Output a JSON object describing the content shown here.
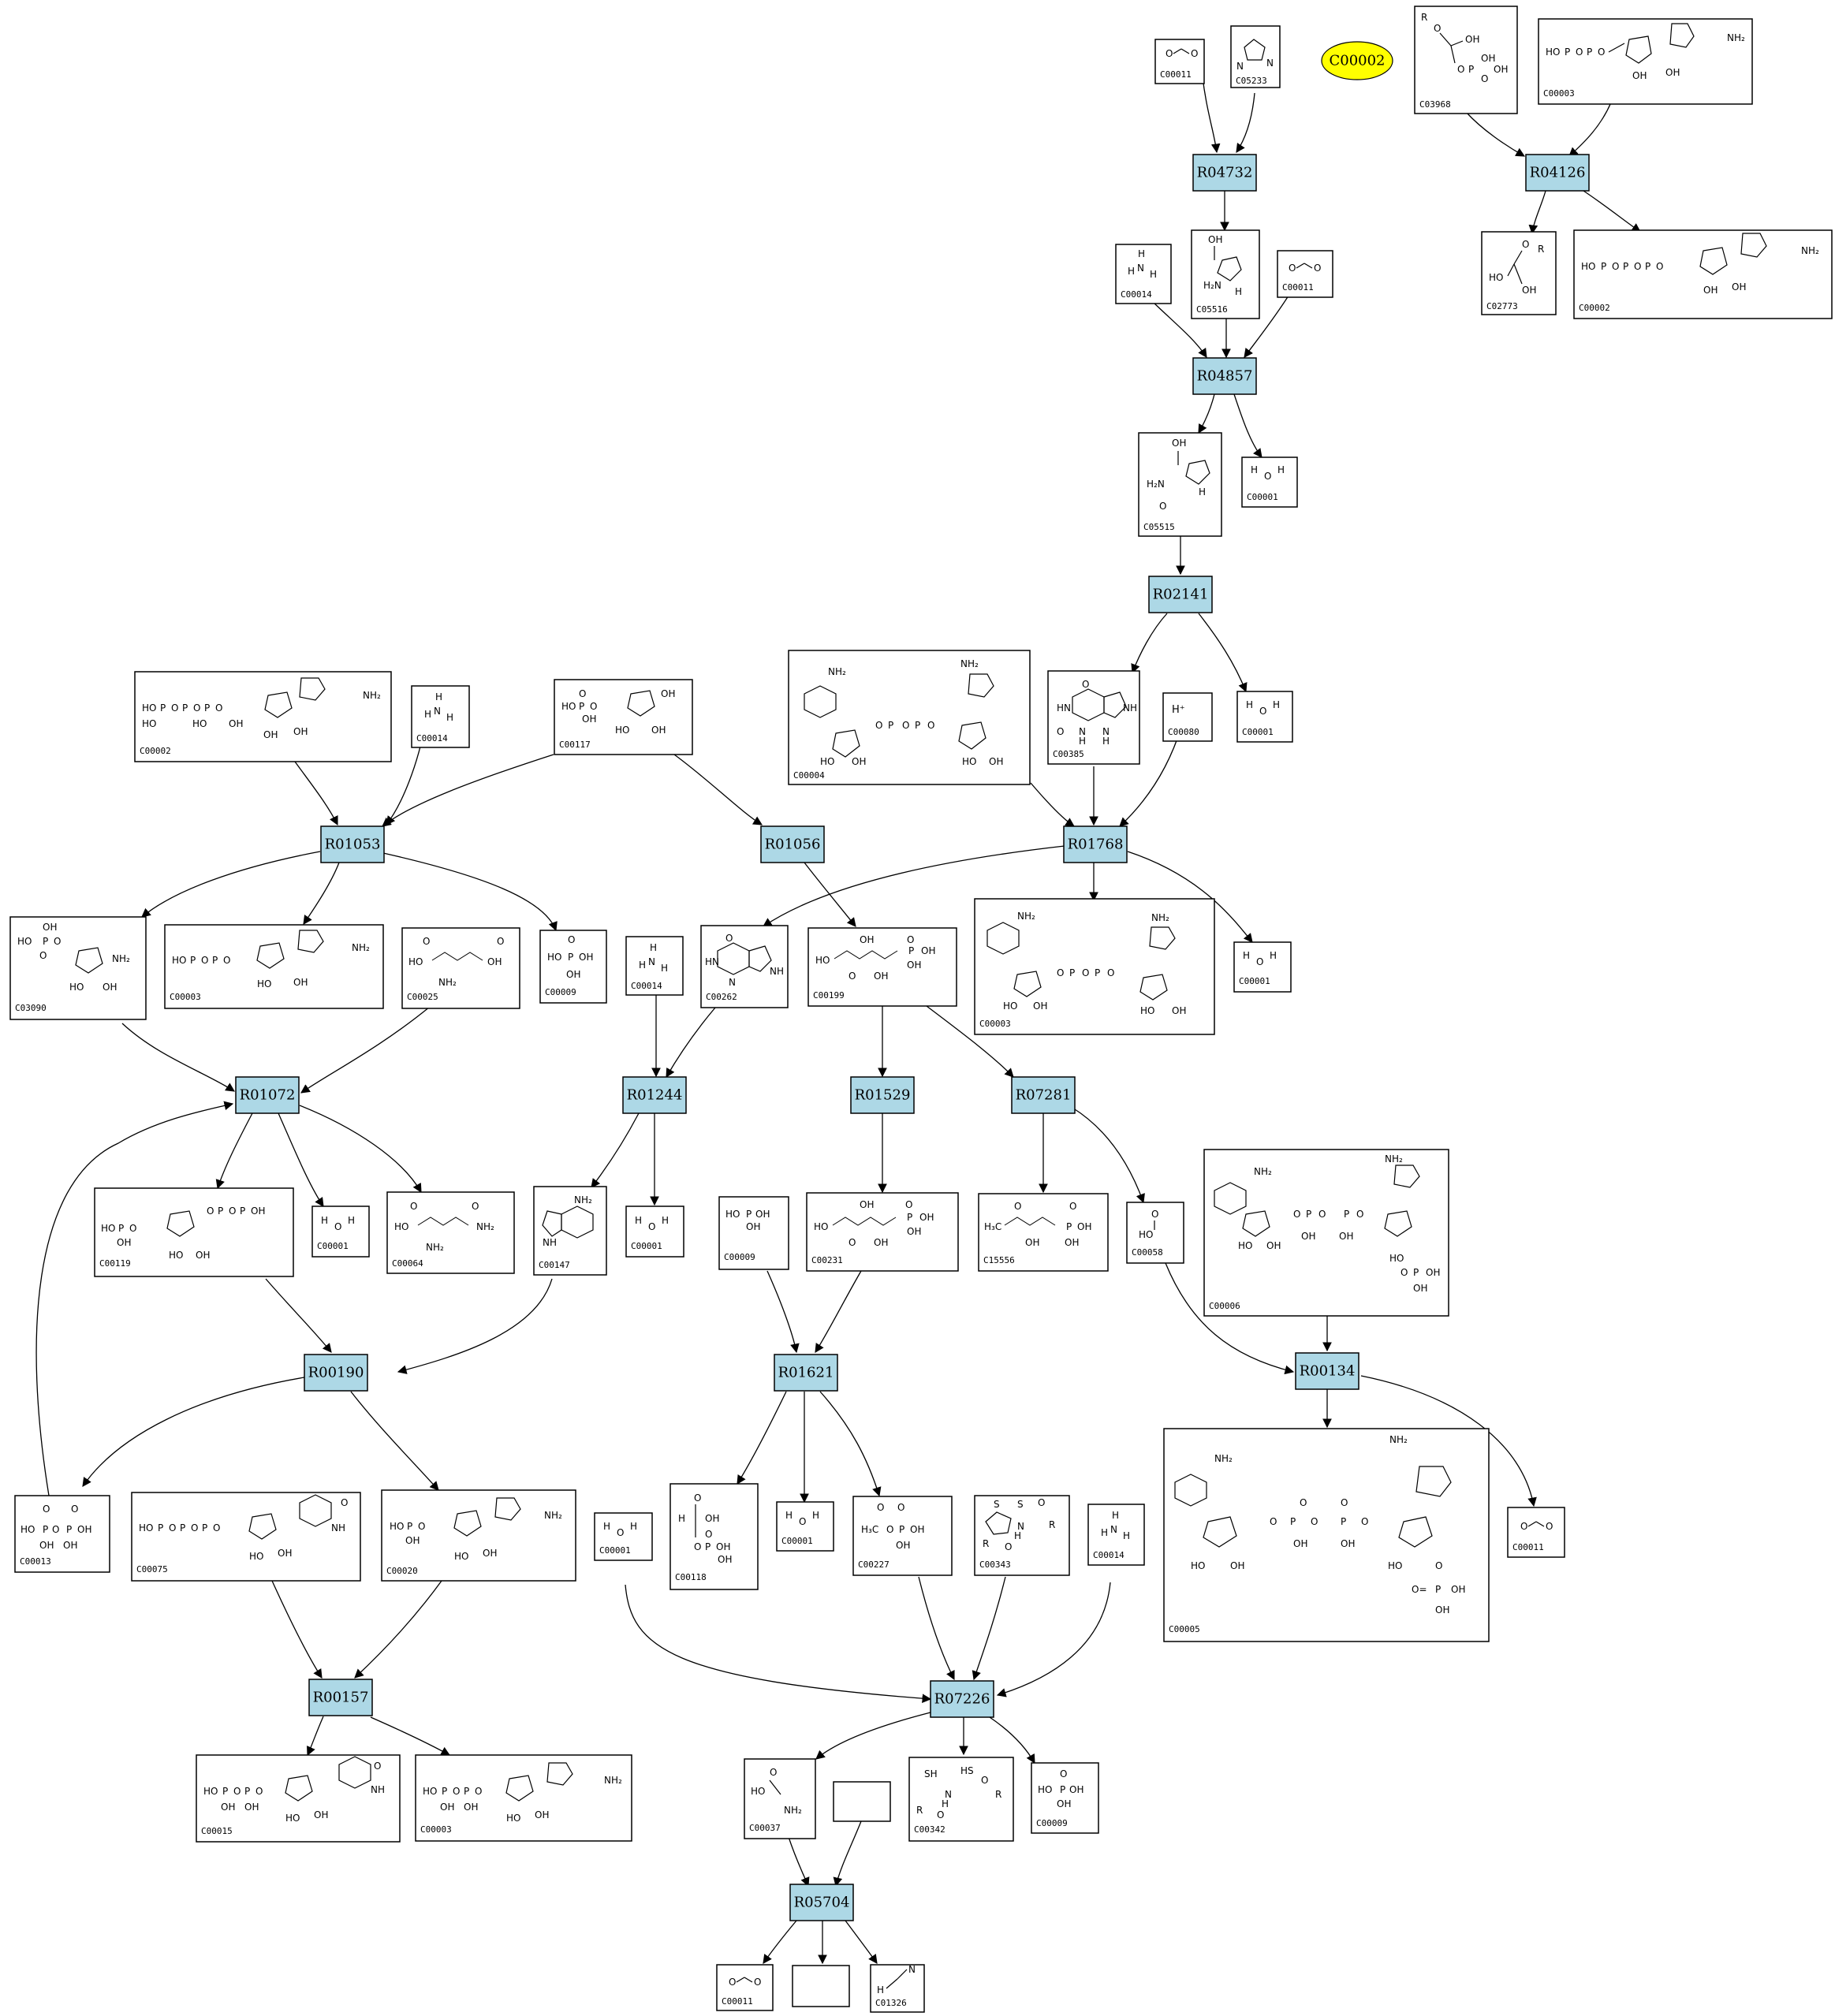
{
  "seed": {
    "id": "C00002",
    "color": "#ffff00"
  },
  "reaction_color": "#add8e6",
  "reactions": [
    "R04732",
    "R04126",
    "R04857",
    "R02141",
    "R01053",
    "R01056",
    "R01768",
    "R01072",
    "R01244",
    "R01529",
    "R07281",
    "R00190",
    "R01621",
    "R00134",
    "R00157",
    "R07226",
    "R05704"
  ],
  "compounds": {
    "c1": "C00011",
    "c2": "C05233",
    "c3": "C03968",
    "c4": "C00003",
    "c5": "C00014",
    "c6": "C05516",
    "c7": "C00011",
    "c8": "C02773",
    "c9": "C00002",
    "c10": "C05515",
    "c11": "C00001",
    "c12": "C00004",
    "c13": "C00385",
    "c14": "C00080",
    "c15": "C00001",
    "c16": "C00002",
    "c17": "C00014",
    "c18": "C00117",
    "c19": "C03090",
    "c20": "C00003",
    "c21": "C00025",
    "c22": "C00009",
    "c23": "C00014",
    "c24": "C00262",
    "c25": "C00199",
    "c26": "C00003",
    "c27": "C00001",
    "c28": "C00119",
    "c29": "C00001",
    "c30": "C00064",
    "c31": "C00147",
    "c32": "C00001",
    "c33": "C00009",
    "c34": "C00231",
    "c35": "C15556",
    "c36": "C00058",
    "c37": "C00006",
    "c38": "C00013",
    "c39": "C00075",
    "c40": "C00020",
    "c41": "C00001",
    "c42": "C00118",
    "c43": "C00001",
    "c44": "C00227",
    "c45": "C00343",
    "c46": "C00014",
    "c47": "C00005",
    "c48": "C00011",
    "c49": "C00015",
    "c50": "C00003",
    "c51": "C00037",
    "c52": "C00342",
    "c53": "C00009",
    "c54": "",
    "c55": "C00011",
    "c56": "",
    "c57": "C01326"
  },
  "glyphs": {
    "formate": "O⁄⁄C⁄O",
    "proton": "H⁺",
    "water": "H  H\n  O",
    "ammonia": "H\nH–N–H",
    "phosphate": "OH\nO=P–OH\nOH",
    "hcn": "H  C≡N"
  }
}
